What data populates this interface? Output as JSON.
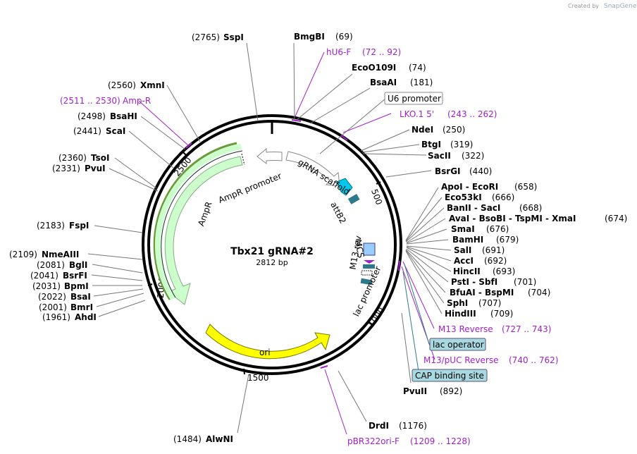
{
  "credit": {
    "prefix": "Created by",
    "brand": "SnapGene"
  },
  "plasmid": {
    "name": "Tbx21 gRNA#2",
    "length": "2812 bp"
  },
  "ticks": [
    "500",
    "1000",
    "1500",
    "2000",
    "2500"
  ],
  "sites": [
    {
      "name": "SspI",
      "pos": "(2765)"
    },
    {
      "name": "BmgBI",
      "pos": "(69)"
    },
    {
      "name": "EcoO109I",
      "pos": "(74)"
    },
    {
      "name": "BsaAI",
      "pos": "(181)"
    },
    {
      "name": "NdeI",
      "pos": "(250)"
    },
    {
      "name": "BtgI",
      "pos": "(319)"
    },
    {
      "name": "SacII",
      "pos": "(322)"
    },
    {
      "name": "BsrGI",
      "pos": "(440)"
    },
    {
      "name": "ApoI - EcoRI",
      "pos": "(658)"
    },
    {
      "name": "Eco53kI",
      "pos": "(666)"
    },
    {
      "name": "BanII - SacI",
      "pos": "(668)"
    },
    {
      "name": "AvaI - BsoBI - TspMI - XmaI",
      "pos": "(674)"
    },
    {
      "name": "SmaI",
      "pos": "(676)"
    },
    {
      "name": "BamHI",
      "pos": "(679)"
    },
    {
      "name": "SalI",
      "pos": "(691)"
    },
    {
      "name": "AccI",
      "pos": "(692)"
    },
    {
      "name": "HincII",
      "pos": "(693)"
    },
    {
      "name": "PstI - SbfI",
      "pos": "(701)"
    },
    {
      "name": "BfuAI - BspMI",
      "pos": "(704)"
    },
    {
      "name": "SphI",
      "pos": "(707)"
    },
    {
      "name": "HindIII",
      "pos": "(709)"
    },
    {
      "name": "PvuII",
      "pos": "(892)"
    },
    {
      "name": "DrdI",
      "pos": "(1176)"
    },
    {
      "name": "AlwNI",
      "pos": "(1484)"
    },
    {
      "name": "AhdI",
      "pos": "(1961)"
    },
    {
      "name": "BmrI",
      "pos": "(2001)"
    },
    {
      "name": "BsaI",
      "pos": "(2022)"
    },
    {
      "name": "BpmI",
      "pos": "(2031)"
    },
    {
      "name": "BsrFI",
      "pos": "(2041)"
    },
    {
      "name": "BglI",
      "pos": "(2081)"
    },
    {
      "name": "NmeAIII",
      "pos": "(2109)"
    },
    {
      "name": "FspI",
      "pos": "(2183)"
    },
    {
      "name": "PvuI",
      "pos": "(2331)"
    },
    {
      "name": "TsoI",
      "pos": "(2360)"
    },
    {
      "name": "ScaI",
      "pos": "(2441)"
    },
    {
      "name": "BsaHI",
      "pos": "(2498)"
    },
    {
      "name": "XmnI",
      "pos": "(2560)"
    }
  ],
  "primers": [
    {
      "name": "hU6-F",
      "range": "(72 .. 92)"
    },
    {
      "name": "LKO.1 5'",
      "range": "(243 .. 262)"
    },
    {
      "name": "M13 Reverse",
      "range": "(727 .. 743)"
    },
    {
      "name": "M13/pUC Reverse",
      "range": "(740 .. 762)"
    },
    {
      "name": "pBR322ori-F",
      "range": "(1209 .. 1228)"
    },
    {
      "name": "Amp-R",
      "range": "(2511 .. 2530)"
    }
  ],
  "boxed_features": [
    {
      "name": "U6 promoter"
    },
    {
      "name": "lac operator"
    },
    {
      "name": "CAP binding site"
    }
  ],
  "inner_features": {
    "ampr_promoter": "AmpR promoter",
    "ampr": "AmpR",
    "grna_scaffold": "gRNA scaffold",
    "attb2": "attB2",
    "mcs": "MCS",
    "m13_rev": "M13 rev",
    "lac_promoter": "lac promoter",
    "ori": "ori"
  },
  "colors": {
    "ampr": "#ccffcc",
    "ori": "#ffff00",
    "primer": "#a020c8",
    "grna": "#00c8ee",
    "attb2": "#2e7a8a",
    "mcs": "#99ccff",
    "tag_fill": "#a8d8e0"
  }
}
